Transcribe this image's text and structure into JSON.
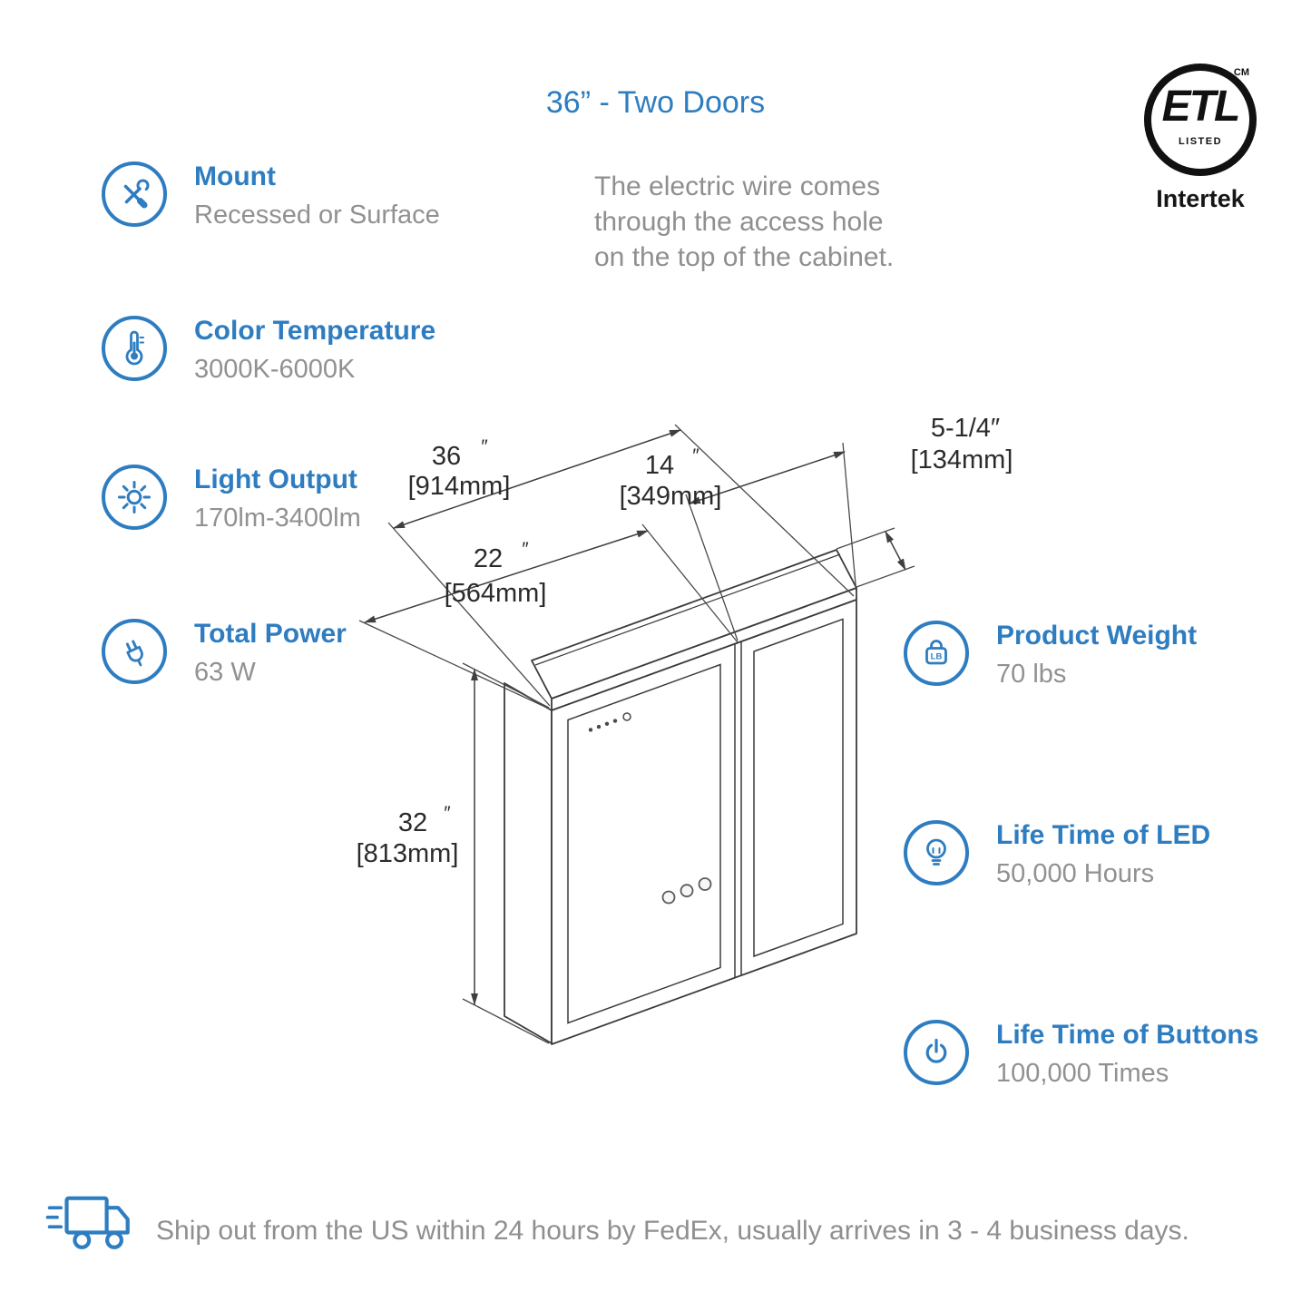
{
  "title": "36” - Two Doors",
  "certification": {
    "etl": "ETL",
    "cm": "CM",
    "listed": "LISTED",
    "intertek": "Intertek"
  },
  "wire_note": {
    "line1": "The electric wire comes",
    "line2": "through the access hole",
    "line3": "on the top of the cabinet."
  },
  "specs_left": [
    {
      "label": "Mount",
      "value": "Recessed or Surface"
    },
    {
      "label": "Color Temperature",
      "value": "3000K-6000K"
    },
    {
      "label": "Light Output",
      "value": "170lm-3400lm"
    },
    {
      "label": "Total Power",
      "value": "63 W"
    }
  ],
  "specs_right": [
    {
      "label": "Product Weight",
      "value": "70 lbs",
      "icon_text": "LB"
    },
    {
      "label": "Life Time of LED",
      "value": "50,000 Hours"
    },
    {
      "label": "Life Time of Buttons",
      "value": "100,000 Times"
    }
  ],
  "dimensions": {
    "mark": "″",
    "width": {
      "num": "36",
      "mm": "[914mm]"
    },
    "right_door": {
      "num": "14",
      "mm": "[349mm]"
    },
    "left_door": {
      "num": "22",
      "mm": "[564mm]"
    },
    "depth": {
      "num": "5-1/4″",
      "mm": "[134mm]"
    },
    "height": {
      "num": "32",
      "mm": "[813mm]"
    }
  },
  "shipping": {
    "text": "Ship out from the US within 24 hours by FedEx, usually arrives in 3 - 4 business days."
  },
  "colors": {
    "accent": "#2e7dc0",
    "muted": "#8f8f8f",
    "line": "#3b3b3b"
  }
}
